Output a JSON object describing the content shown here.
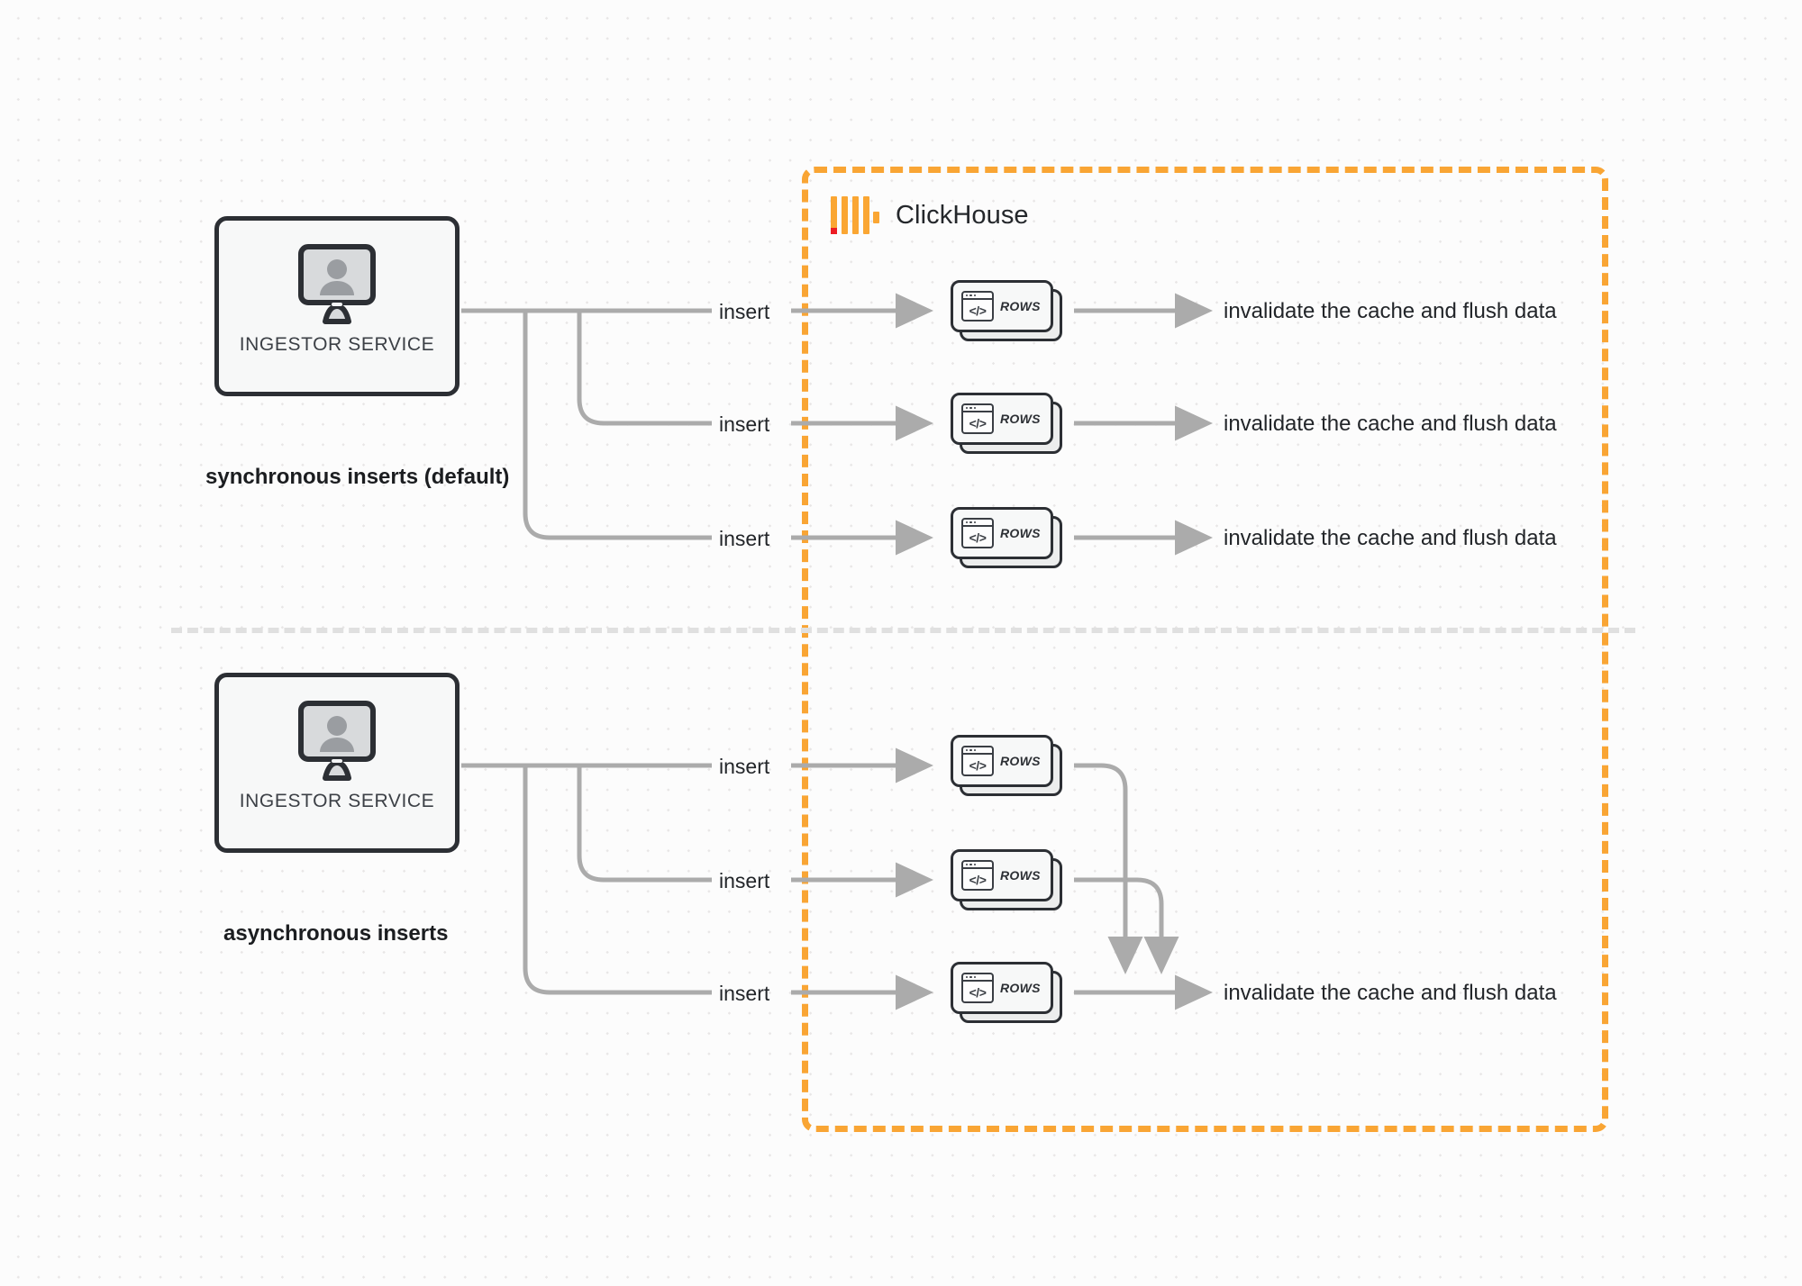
{
  "diagram": {
    "title": "ClickHouse synchronous vs asynchronous inserts",
    "background_color": "#FCFCFC",
    "accent_color": "#F9A534",
    "wire_color": "#ABABAB",
    "ink_color": "#2C2F34"
  },
  "clickhouse_boundary": {
    "brand_name": "ClickHouse",
    "logo_name": "clickhouse-logo",
    "border_style": "dashed",
    "border_color": "#F9A534"
  },
  "sections": [
    {
      "id": "synchronous",
      "caption": "synchronous inserts (default)",
      "service": {
        "label": "INGESTOR SERVICE",
        "icon": "monitor-user-icon"
      },
      "flows": [
        {
          "edge_label": "insert",
          "card_label": "ROWS",
          "card_icon": "code-window-icon",
          "output_label": "invalidate the cache and flush data"
        },
        {
          "edge_label": "insert",
          "card_label": "ROWS",
          "card_icon": "code-window-icon",
          "output_label": "invalidate the cache and flush data"
        },
        {
          "edge_label": "insert",
          "card_label": "ROWS",
          "card_icon": "code-window-icon",
          "output_label": "invalidate the cache and flush data"
        }
      ]
    },
    {
      "id": "asynchronous",
      "caption": "asynchronous inserts",
      "service": {
        "label": "INGESTOR SERVICE",
        "icon": "monitor-user-icon"
      },
      "flows": [
        {
          "edge_label": "insert",
          "card_label": "ROWS",
          "card_icon": "code-window-icon",
          "output_label": ""
        },
        {
          "edge_label": "insert",
          "card_label": "ROWS",
          "card_icon": "code-window-icon",
          "output_label": ""
        },
        {
          "edge_label": "insert",
          "card_label": "ROWS",
          "card_icon": "code-window-icon",
          "output_label": "invalidate the cache and flush data"
        }
      ],
      "merged_output_label": "invalidate the cache and flush data"
    }
  ]
}
